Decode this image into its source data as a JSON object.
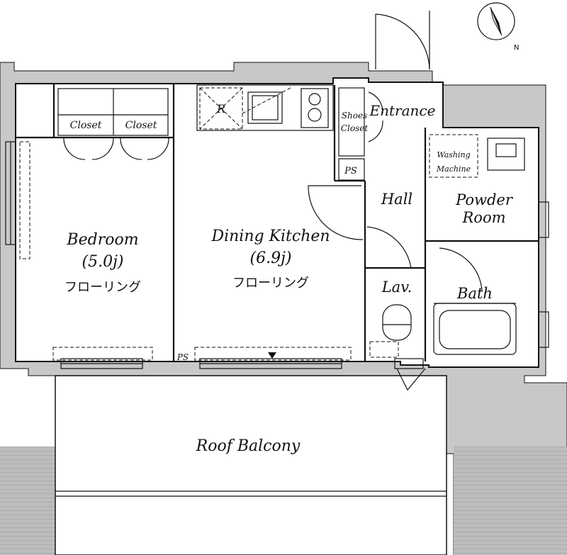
{
  "rooms": {
    "bedroom": {
      "name": "Bedroom",
      "size": "(5.0j)",
      "floor": "フローリング"
    },
    "dining_kitchen": {
      "name": "Dining Kitchen",
      "size": "(6.9j)",
      "floor": "フローリング"
    },
    "entrance": "Entrance",
    "hall": "Hall",
    "powder_room": [
      "Powder",
      "Room"
    ],
    "bath": "Bath",
    "lav": "Lav.",
    "roof_balcony": "Roof Balcony"
  },
  "fixtures": {
    "closet_left": "Closet",
    "closet_right": "Closet",
    "shoes_closet": [
      "Shoes",
      "Closet"
    ],
    "ps_upper": "PS",
    "ps_lower": "PS",
    "refrigerator": "R",
    "washing_machine": [
      "Washing",
      "Machine"
    ]
  },
  "compass": {
    "label": "N"
  },
  "colors": {
    "wall_fill": "#c8c8c8",
    "line": "#111111",
    "background": "#ffffff"
  }
}
